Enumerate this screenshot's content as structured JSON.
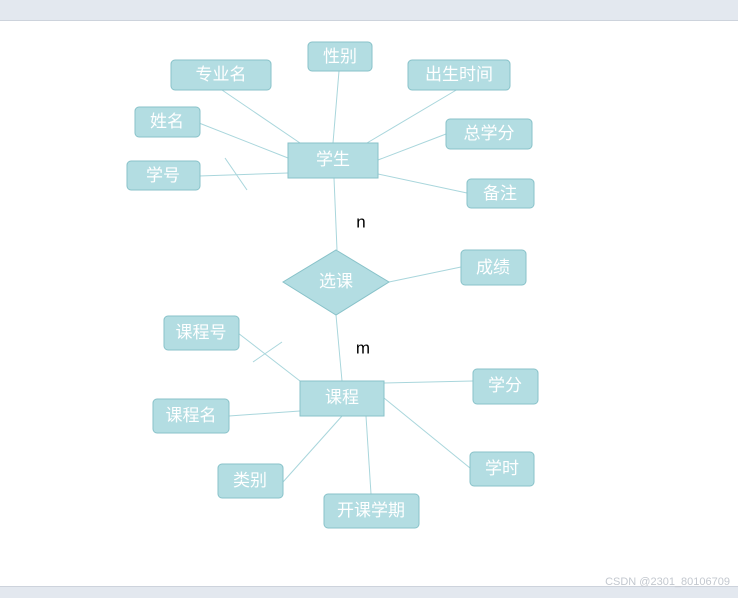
{
  "diagram": {
    "entities": [
      {
        "id": "student",
        "label": "学生"
      },
      {
        "id": "course",
        "label": "课程"
      }
    ],
    "relationship": {
      "id": "enroll",
      "label": "选课"
    },
    "cardinalities": [
      {
        "id": "card-n",
        "label": "n"
      },
      {
        "id": "card-m",
        "label": "m"
      }
    ],
    "attributes": [
      {
        "id": "major-name",
        "label": "专业名",
        "of": "student"
      },
      {
        "id": "gender",
        "label": "性别",
        "of": "student"
      },
      {
        "id": "birth-time",
        "label": "出生时间",
        "of": "student"
      },
      {
        "id": "name",
        "label": "姓名",
        "of": "student"
      },
      {
        "id": "total-credits",
        "label": "总学分",
        "of": "student"
      },
      {
        "id": "student-id",
        "label": "学号",
        "of": "student",
        "key": true
      },
      {
        "id": "remarks",
        "label": "备注",
        "of": "student"
      },
      {
        "id": "grade",
        "label": "成绩",
        "of": "enroll"
      },
      {
        "id": "course-id",
        "label": "课程号",
        "of": "course",
        "key": true
      },
      {
        "id": "credit",
        "label": "学分",
        "of": "course"
      },
      {
        "id": "course-name",
        "label": "课程名",
        "of": "course"
      },
      {
        "id": "class-hours",
        "label": "学时",
        "of": "course"
      },
      {
        "id": "category",
        "label": "类别",
        "of": "course"
      },
      {
        "id": "semester",
        "label": "开课学期",
        "of": "course"
      }
    ]
  },
  "colors": {
    "fill": "#b3dde2",
    "stroke": "#88c2c9",
    "line": "#a9d6dc"
  },
  "watermark": "CSDN @2301_80106709"
}
